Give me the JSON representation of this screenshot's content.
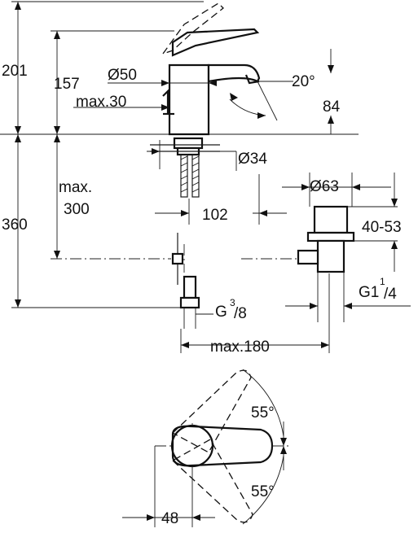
{
  "dimensions": {
    "total_height": "201",
    "spout_height": "157",
    "base_diameter": "Ø50",
    "max_deck": "max.30",
    "spout_angle": "20°",
    "spout_reach": "84",
    "hole_diameter": "Ø34",
    "max_hose_label": "max.",
    "max_hose_value": "300",
    "total_depth": "360",
    "tail_offset": "102",
    "waste_diameter": "Ø63",
    "waste_range": "40-53",
    "waste_thread": "G1",
    "waste_thread_sup": "1",
    "waste_thread_sub": "/4",
    "hose_thread": "G",
    "hose_thread_sup": "3",
    "hose_thread_sub": "/8",
    "max_distance": "max.180",
    "lever_angle_top": "55°",
    "lever_angle_bottom": "55°",
    "lever_offset": "48"
  }
}
